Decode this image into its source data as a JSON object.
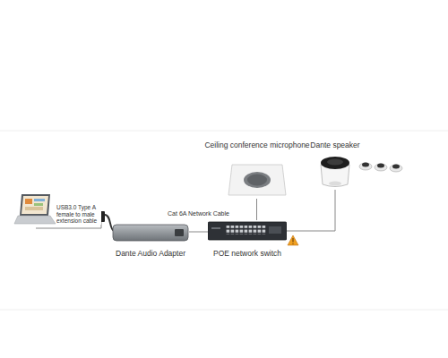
{
  "diagram": {
    "nodes": [
      {
        "text": [
          "Dante Audio Adapter"
        ]
      },
      {
        "text": [
          "POE network switch"
        ]
      },
      {
        "text": [
          "Ceiling conference microphone"
        ]
      },
      {
        "text": [
          "Dante speaker"
        ]
      }
    ],
    "edges": [
      {
        "from": 0,
        "to": 1,
        "arrow": "none",
        "label": "Cat 6A Network Cable"
      },
      {
        "from": 2,
        "to": 1,
        "arrow": "none"
      },
      {
        "from": 3,
        "to": 1,
        "arrow": "none"
      }
    ],
    "labels": [
      "USB3.0 Type A female to male extension cable"
    ]
  }
}
